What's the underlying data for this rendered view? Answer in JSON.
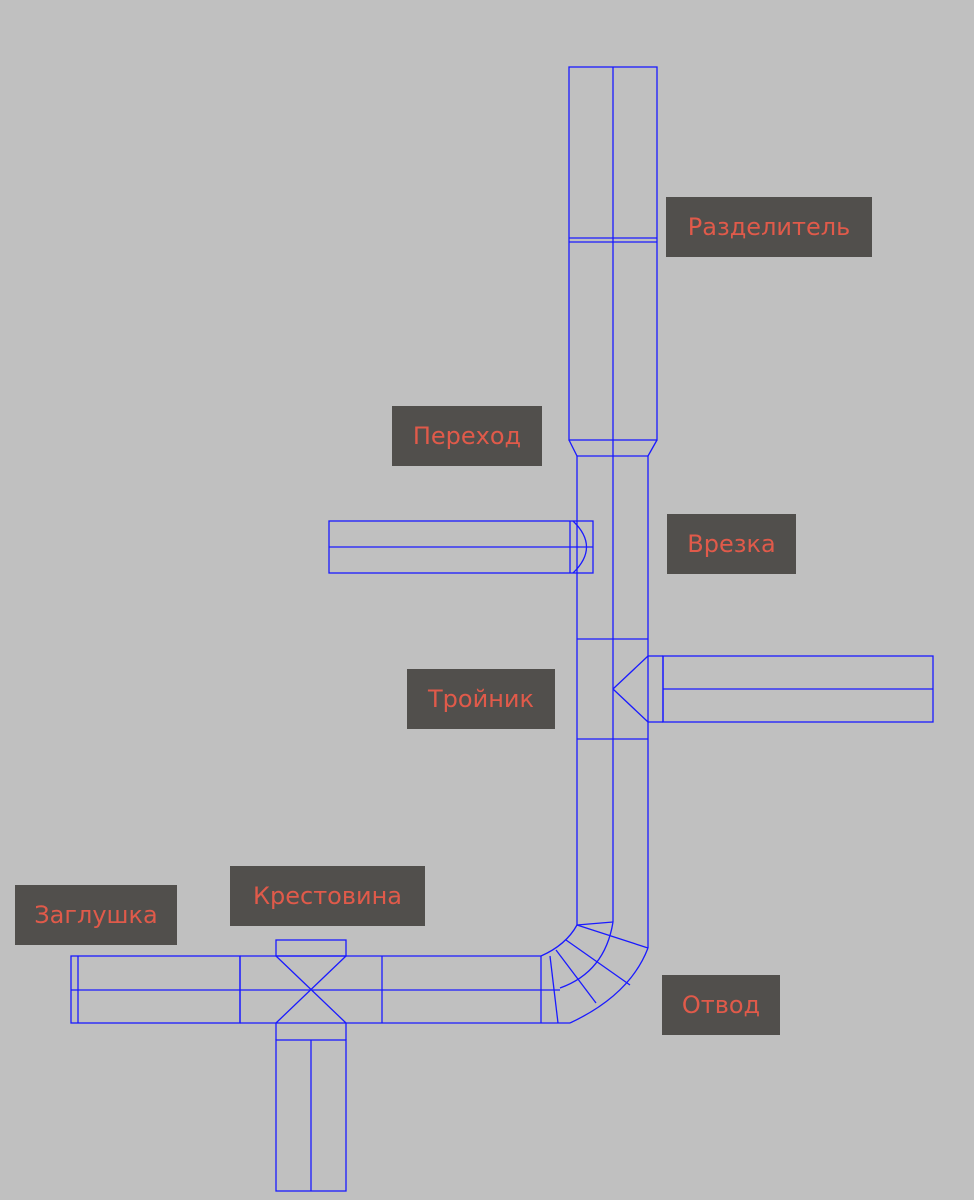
{
  "labels": {
    "splitter": "Разделитель",
    "reducer": "Переход",
    "tap": "Врезка",
    "tee": "Тройник",
    "cap": "Заглушка",
    "cross": "Крестовина",
    "elbow": "Отвод"
  },
  "colors": {
    "background": "#c0c0c0",
    "label_background": "#514f4c",
    "label_text": "#e05a4a",
    "pipe_stroke": "#1a1aff"
  }
}
